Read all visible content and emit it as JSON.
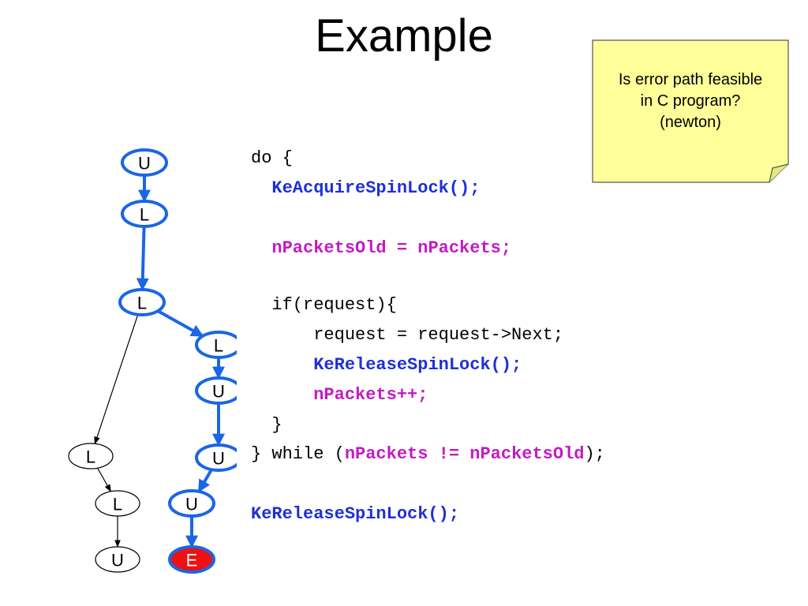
{
  "title": "Example",
  "note": {
    "text": "Is error path feasible\nin C program?\n(newton)",
    "fill": "#ffff99",
    "border": "#555555"
  },
  "colors": {
    "path_edge": "#1a66e6",
    "path_node_border": "#1a66e6",
    "plain_edge": "#000000",
    "error_fill": "#ee1111",
    "code_call": "#1e2fd6",
    "code_var": "#c41ac4"
  },
  "graph": {
    "nodes": [
      {
        "id": "n1",
        "label": "U",
        "path": true
      },
      {
        "id": "n2",
        "label": "L",
        "path": true
      },
      {
        "id": "n3",
        "label": "L",
        "path": true
      },
      {
        "id": "n4",
        "label": "L",
        "path": true
      },
      {
        "id": "n5",
        "label": "U",
        "path": true
      },
      {
        "id": "n6",
        "label": "U",
        "path": true
      },
      {
        "id": "n7",
        "label": "U",
        "path": true
      },
      {
        "id": "n8",
        "label": "E",
        "path": true,
        "error": true
      },
      {
        "id": "n9",
        "label": "L",
        "path": false
      },
      {
        "id": "n10",
        "label": "L",
        "path": false
      },
      {
        "id": "n11",
        "label": "U",
        "path": false
      }
    ]
  },
  "code": {
    "lines": [
      [
        {
          "t": "do {",
          "c": "plain"
        }
      ],
      [
        {
          "t": "  ",
          "c": "plain"
        },
        {
          "t": "KeAcquireSpinLock();",
          "c": "blue"
        }
      ],
      [
        {
          "t": "",
          "c": "plain"
        }
      ],
      [
        {
          "t": "  ",
          "c": "plain"
        },
        {
          "t": "nPacketsOld = nPackets;",
          "c": "magenta"
        }
      ],
      [
        {
          "t": "",
          "c": "plain"
        }
      ],
      [
        {
          "t": "  if(request){",
          "c": "plain"
        }
      ],
      [
        {
          "t": "      request = request->Next;",
          "c": "plain"
        }
      ],
      [
        {
          "t": "      ",
          "c": "plain"
        },
        {
          "t": "KeReleaseSpinLock();",
          "c": "blue"
        }
      ],
      [
        {
          "t": "      ",
          "c": "plain"
        },
        {
          "t": "nPackets++;",
          "c": "magenta"
        }
      ],
      [
        {
          "t": "  }",
          "c": "plain"
        }
      ],
      [
        {
          "t": "} while (",
          "c": "plain"
        },
        {
          "t": "nPackets != nPacketsOld",
          "c": "magenta"
        },
        {
          "t": ");",
          "c": "plain"
        }
      ],
      [
        {
          "t": "",
          "c": "plain"
        }
      ],
      [
        {
          "t": "KeReleaseSpinLock();",
          "c": "blue"
        }
      ]
    ]
  }
}
